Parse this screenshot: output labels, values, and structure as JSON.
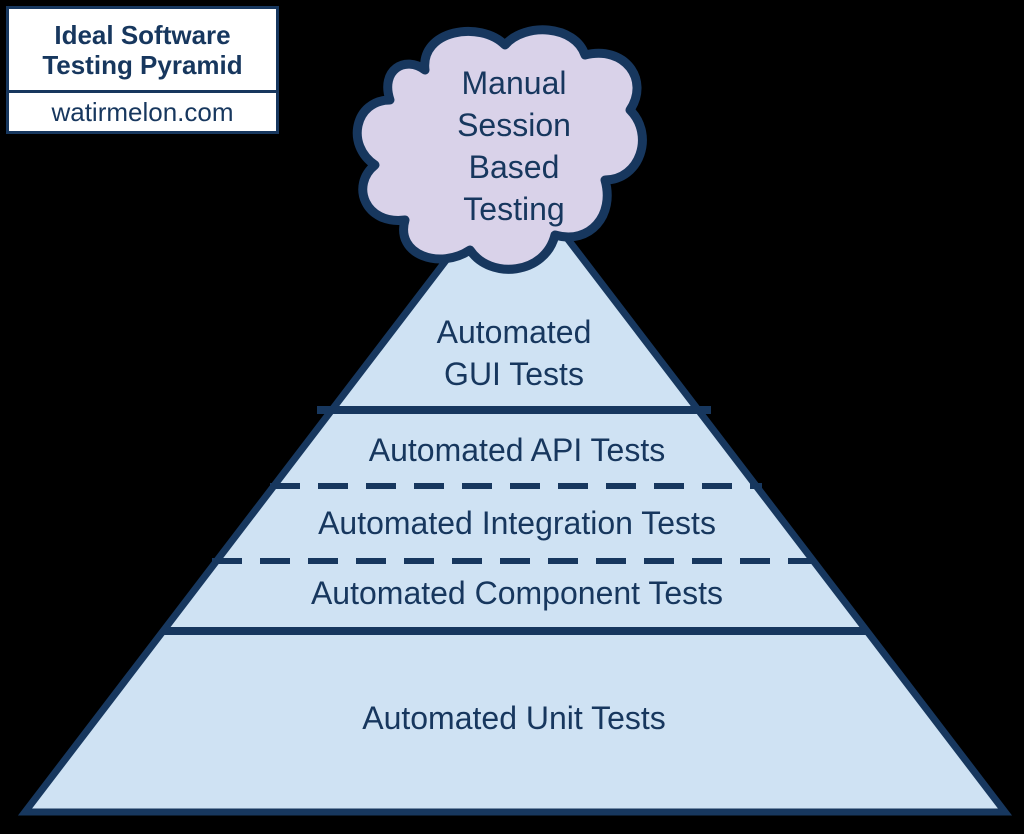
{
  "title_box": {
    "title_line1": "Ideal Software",
    "title_line2": "Testing Pyramid",
    "site": "watirmelon.com"
  },
  "cloud": {
    "line1": "Manual",
    "line2": "Session",
    "line3": "Based",
    "line4": "Testing"
  },
  "layers": {
    "gui_line1": "Automated",
    "gui_line2": "GUI Tests",
    "api": "Automated API Tests",
    "integration": "Automated Integration Tests",
    "component": "Automated Component Tests",
    "unit": "Automated Unit Tests"
  },
  "colors": {
    "outline": "#17375e",
    "pyramid_fill": "#cfe2f3",
    "cloud_fill": "#d9d2e9",
    "background": "#000000"
  }
}
